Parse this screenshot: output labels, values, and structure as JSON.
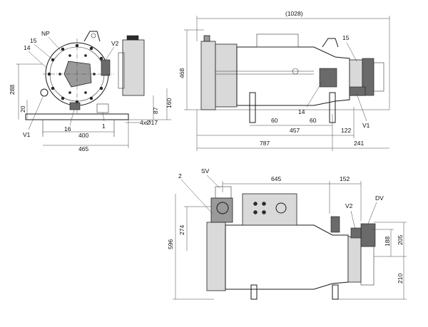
{
  "front_view": {
    "labels": [
      "NP",
      "15",
      "14",
      "V2",
      "V1",
      "16",
      "1"
    ],
    "dimensions": [
      "288",
      "20",
      "400",
      "465",
      "4xØ17",
      "87",
      "160"
    ]
  },
  "side_view": {
    "labels": [
      "15",
      "14",
      "V1"
    ],
    "dimensions": [
      "(1028)",
      "468",
      "60",
      "60",
      "457",
      "122",
      "787",
      "241"
    ]
  },
  "top_view": {
    "labels": [
      "2",
      "SV",
      "V2",
      "DV"
    ],
    "dimensions": [
      "645",
      "152",
      "274",
      "596",
      "188",
      "205",
      "210"
    ]
  }
}
